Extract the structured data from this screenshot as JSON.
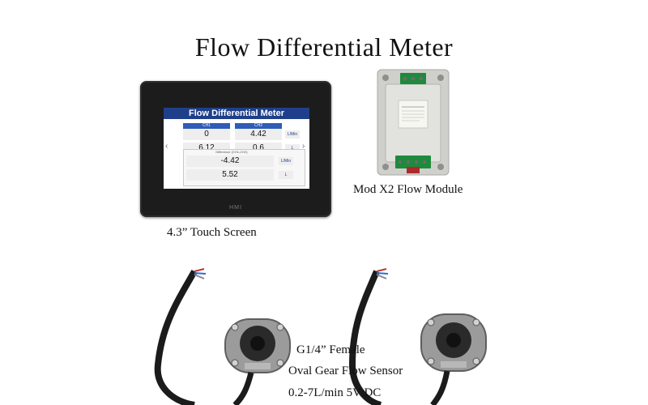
{
  "page_title": "Flow Differential Meter",
  "hmi": {
    "screen_title": "Flow Differential Meter",
    "ch1_label": "CH1",
    "ch2_label": "CH2",
    "ch1_flow": "0",
    "ch2_flow": "4.42",
    "flow_unit": "L/Min",
    "ch1_total": "6.12",
    "ch2_total": "0.6",
    "total_unit": "L",
    "diff_label": "Difference (CH1-CH2)",
    "diff_flow": "-4.42",
    "diff_flow_unit": "L/Min",
    "diff_total": "5.52",
    "diff_total_unit": "L",
    "bezel_label": "HMI",
    "nav_left": "‹",
    "nav_right": "›"
  },
  "captions": {
    "touch_screen": "4.3” Touch Screen",
    "module": "Mod X2 Flow Module",
    "sensor_line1": "G1/4” Female",
    "sensor_line2": "Oval Gear Flow Sensor",
    "sensor_line3": "0.2-7L/min 5V DC"
  },
  "icons": {
    "nav_left": "chevron-left-icon",
    "nav_right": "chevron-right-icon"
  },
  "colors": {
    "screen_header": "#1f3f8a",
    "channel_label": "#2e5db8",
    "device_frame": "#1c1c1c",
    "module_body": "#d8d9d5",
    "terminal_green": "#1e8a3c"
  }
}
